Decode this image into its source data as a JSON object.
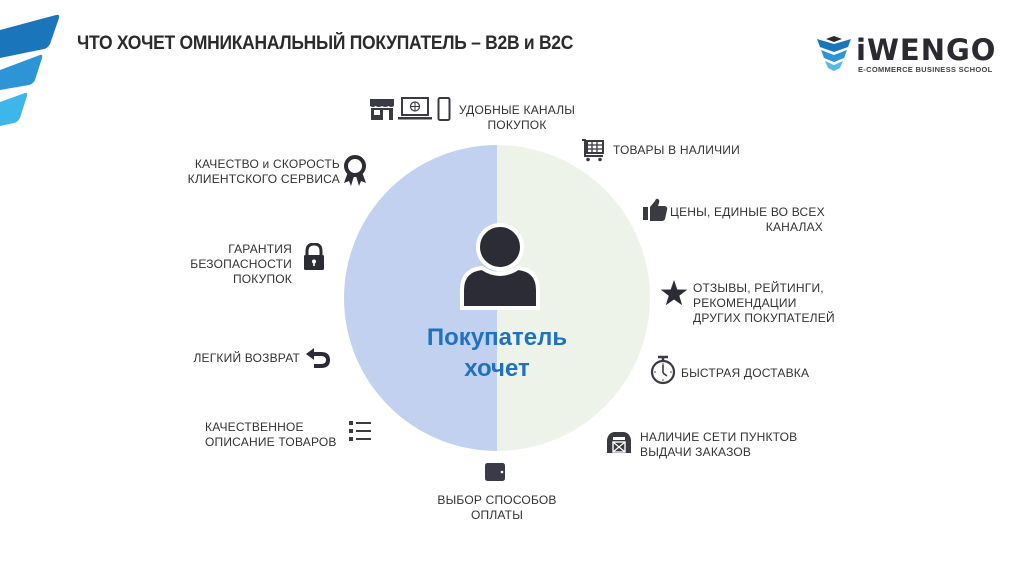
{
  "slide": {
    "title": "ЧТО ХОЧЕТ ОМНИКАНАЛЬНЫЙ ПОКУПАТЕЛЬ – B2B и B2C"
  },
  "logo": {
    "name": "iWENGO",
    "subtitle": "E-COMMERCE BUSINESS SCHOOL"
  },
  "center": {
    "line1": "Покупатель",
    "line2": "хочет",
    "icon": "user-icon",
    "colors": {
      "left_half": "#c3d1f1",
      "right_half": "#eef3ea",
      "text": "#1f72c0"
    }
  },
  "items": [
    {
      "icon": "store-laptop-phone-icons",
      "line1": "УДОБНЫЕ КАНАЛЫ",
      "line2": "ПОКУПОК"
    },
    {
      "icon": "cart-icon",
      "line1": "ТОВАРЫ В НАЛИЧИИ"
    },
    {
      "icon": "thumbs-up-icon",
      "line1": "ЦЕНЫ, ЕДИНЫЕ ВО ВСЕХ",
      "line2": "КАНАЛАХ"
    },
    {
      "icon": "star-icon",
      "line1": "ОТЗЫВЫ, РЕЙТИНГИ,",
      "line2": "РЕКОМЕНДАЦИИ",
      "line3": "ДРУГИХ ПОКУПАТЕЛЕЙ"
    },
    {
      "icon": "stopwatch-icon",
      "line1": "БЫСТРАЯ ДОСТАВКА"
    },
    {
      "icon": "warehouse-icon",
      "line1": "НАЛИЧИЕ СЕТИ ПУНКТОВ",
      "line2": "ВЫДАЧИ ЗАКАЗОВ"
    },
    {
      "icon": "wallet-icon",
      "line1": "ВЫБОР СПОСОБОВ",
      "line2": "ОПЛАТЫ"
    },
    {
      "icon": "list-icon",
      "line1": "КАЧЕСТВЕННОЕ",
      "line2": "ОПИСАНИЕ ТОВАРОВ"
    },
    {
      "icon": "return-arrow-icon",
      "line1": "ЛЕГКИЙ ВОЗВРАТ"
    },
    {
      "icon": "lock-icon",
      "line1": "ГАРАНТИЯ",
      "line2": "БЕЗОПАСНОСТИ",
      "line3": "ПОКУПОК"
    },
    {
      "icon": "award-ribbon-icon",
      "line1": "КАЧЕСТВО и СКОРОСТЬ",
      "line2": "КЛИЕНТСКОГО СЕРВИСА"
    }
  ]
}
